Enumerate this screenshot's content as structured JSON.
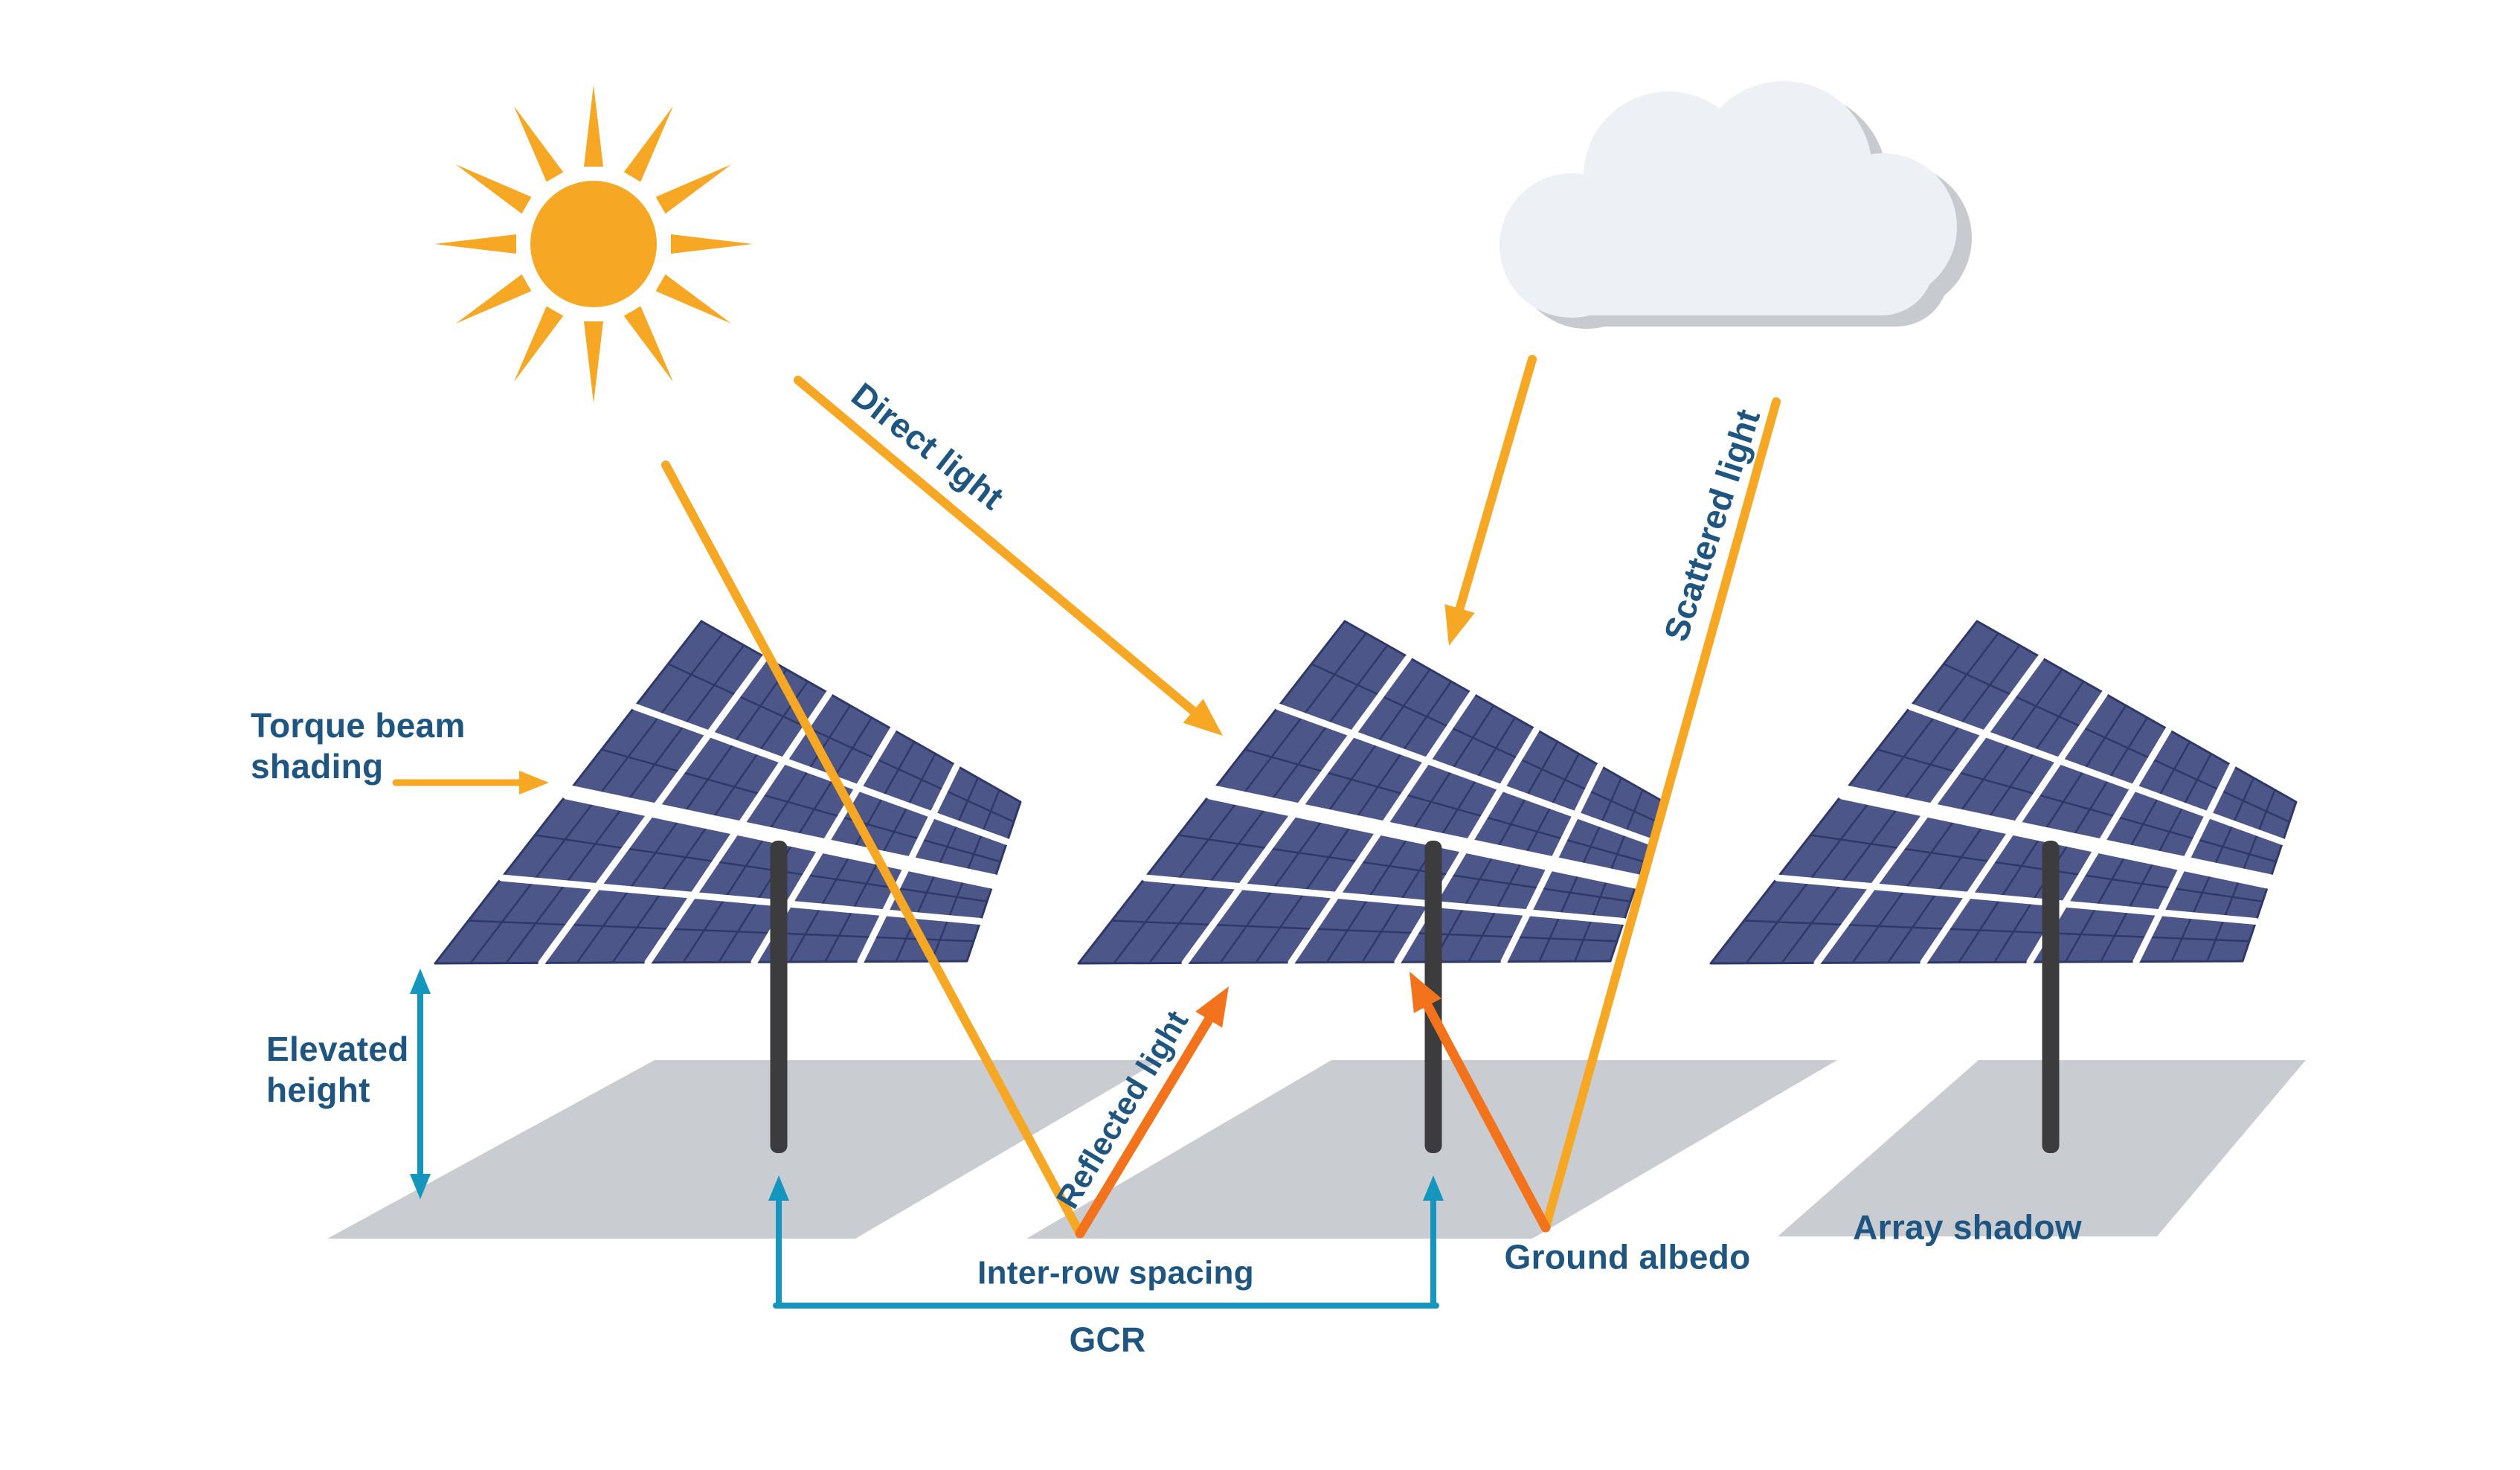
{
  "colors": {
    "background": "#ffffff",
    "text_blue": "#1f5581",
    "light_orange": "#f6a723",
    "deep_orange": "#f2731b",
    "teal": "#1596be",
    "panel_cell": "#4d5689",
    "panel_cell_line": "#2f3968",
    "panel_gap_white": "#ffffff",
    "pole_dark": "#3c3c3e",
    "shadow_gray": "#c9ccd1",
    "cloud_fill": "#edf1f6",
    "cloud_shadow": "#c7cbd0"
  },
  "labels": {
    "torque_beam": "Torque beam\nshading",
    "elevated_height": "Elevated\nheight",
    "direct_light": "Direct light",
    "scattered_light": "Scattered light",
    "reflected_light": "Reflected light",
    "inter_row_spacing": "Inter-row spacing",
    "gcr": "GCR",
    "ground_albedo": "Ground albedo",
    "array_shadow": "Array shadow"
  },
  "icons": {
    "sun": "sun-icon",
    "cloud": "cloud-icon"
  }
}
